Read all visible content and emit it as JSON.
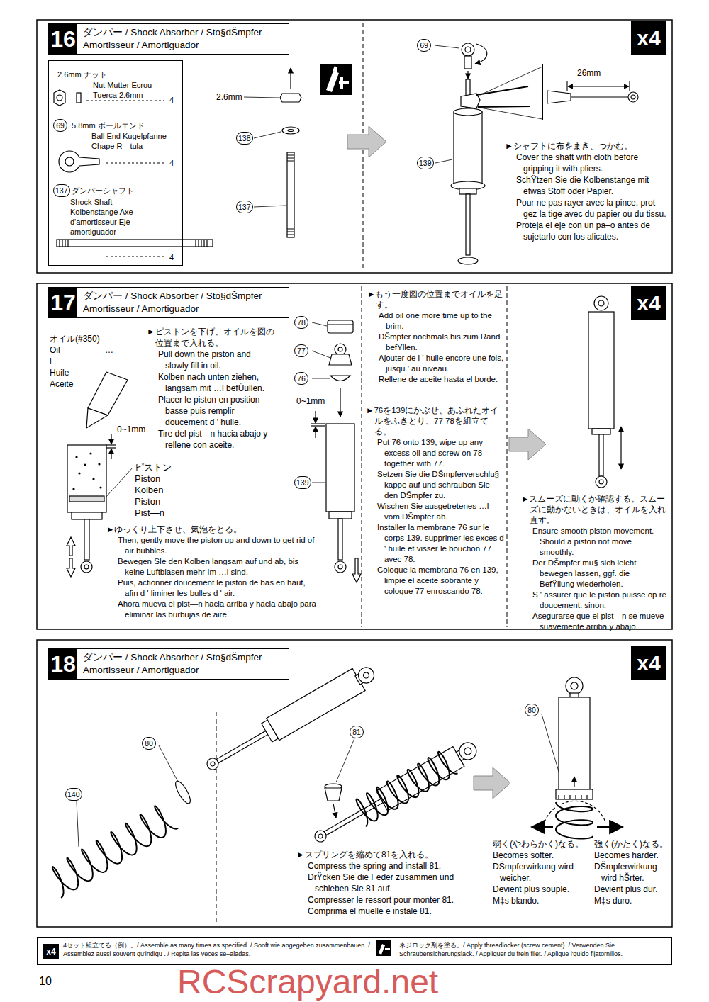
{
  "diagram": {
    "nodes": [
      {
        "text": [
          "ダンパー / Shock Absorber / Sto§dŠmpfer Amortisseur / Amortiguador"
        ]
      },
      {
        "text": [
          "16"
        ],
        "in": 0
      },
      {
        "text": [
          "x4"
        ]
      },
      {
        "text": [
          "2.6mm ナット",
          "Nut Mutter Ecrou Tuerca 2.6mm",
          "4",
          "69",
          "5.8mm ボールエンド",
          "Ball End Kugelpfanne Chape R—tula",
          "4",
          "137",
          "ダンパーシャフト",
          "Shock Shaft Kolbenstange Axe d'amortisseur Eje amortiguador",
          "4"
        ]
      },
      {
        "text": [
          "26mm"
        ]
      },
      {
        "text": [
          "ダンパー / Shock Absorber / Sto§dŠmpfer Amortisseur / Amortiguador"
        ]
      },
      {
        "text": [
          "17"
        ],
        "in": 5
      },
      {
        "text": [
          "x4"
        ]
      },
      {
        "text": [
          "ダンパー / Shock Absorber / Sto§dŠmpfer Amortisseur / Amortiguador"
        ]
      },
      {
        "text": [
          "18"
        ],
        "in": 8
      },
      {
        "text": [
          "x4"
        ]
      },
      {
        "text": [
          "4セット組立てる（例）。/ Assemble as many times as specified. / Sooft wie angegeben zusammenbauen. / Assemblez aussi souvent qu'indiqu . / Repita las veces se–aladas.",
          "ネジロック剤を塗る。/ Apply threadlocker (screw cement). / Verwenden Sie Schraubensicherungslack. / Appliquer du frein filet. / Aplique l'quido fijatornillos."
        ]
      },
      {
        "text": [
          "x4"
        ],
        "in": 11
      }
    ],
    "labels": [
      "2.6mm",
      "138",
      "137",
      "69",
      "139",
      "►シャフトに布をまき、つかむ。",
      "Cover the shaft with cloth before gripping it with pliers.",
      "SchŸtzen Sie die Kolbenstange mit etwas Stoff oder Papier.",
      "Pour ne pas rayer avec la pince, prot gez la tige avec du papier ou du tissu.",
      "Proteja el eje con un pa–o antes de sujetarlo con los alicates.",
      "オイル(#350) Oil …l Huile Aceite",
      "0~1mm",
      "►ピストンを下げ、オイルを図の位置まで入れる。",
      "Pull down the piston and slowly fill in oil.",
      "Kolben nach unten ziehen, langsam mit …l befÜullen.",
      "Placer le piston en position basse puis remplir doucement d ' huile.",
      "Tire del pist—n hacia abajo y rellene con aceite.",
      "ピストン Piston Kolben Piston Pist—n",
      "►ゆっくり上下させ、気泡をとる。",
      "Then, gently move the piston up and down to get rid of air bubbles.",
      "Bewegen SIe den Kolben langsam auf und ab, bis keine Luftblasen mehr Im …l sind.",
      "Puis, actionner doucement le piston de bas en haut, afin d ' liminer les bulles d ' air.",
      "Ahora mueva el pist—n hacia arriba y hacia abajo para eliminar las burbujas de aire.",
      "78",
      "77",
      "76",
      "0~1mm",
      "139",
      "►もう一度図の位置までオイルを足す。",
      "Add oil one more time up to the brim.",
      "DŠmpfer nochmals bis zum Rand befŸllen.",
      "Ajouter de l ' huile encore une fois, jusqu ' au niveau.",
      "Rellene de aceite hasta el borde.",
      "►76を139にかぶせ、あふれたオイルをふきとり、77 78を組立てる。",
      "Put 76 onto 139, wipe up any excess oil and screw on 78 together with 77.",
      "Setzen Sie die DŠmpferverschlu§ kappe auf und schraubcn Sie den DŠmpfer zu.",
      "Wischen Sie ausgetretenes …l vom DŠmpfer ab.",
      "Installer la membrane 76 sur le corps 139. supprimer les exces d ' huile et visser le bouchon 77 avec 78.",
      "Coloque la membrana 76 en 139, limpie el aceite sobrante y coloque 77 enroscando 78.",
      "►スムーズに動くか確認する。スムーズに動かないときは、オイルを入れ直す。",
      "Ensure smooth piston movement. Should a piston not move smoothly.",
      "Der DŠmpfer mu§ sich leicht bewegen lassen, ggf. die BefŸllung wiederholen.",
      "S ' assurer que le piston puisse op re doucement. sinon.",
      "Asegurarse que el pist—n se mueve suavemente arriba y abajo.",
      "80",
      "140",
      "81",
      "►スプリングを縮めて81を入れる。",
      "Compress the spring and install 81.",
      "DrŸcken Sie die Feder zusammen und schieben Sie 81 auf.",
      "Compresser le ressort pour monter 81.",
      "Comprima el muelle e instale 81.",
      "80",
      "弱く(やわらかく)なる。",
      "Becomes softer.",
      "DŠmpferwirkung wird weicher.",
      "Devient plus souple.",
      "M‡s blando.",
      "強く(かたく)なる。",
      "Becomes harder.",
      "DŠmpferwirkung wird hŠrter.",
      "Devient plus dur.",
      "M‡s duro.",
      "10",
      "RCScrapyard.net"
    ]
  }
}
